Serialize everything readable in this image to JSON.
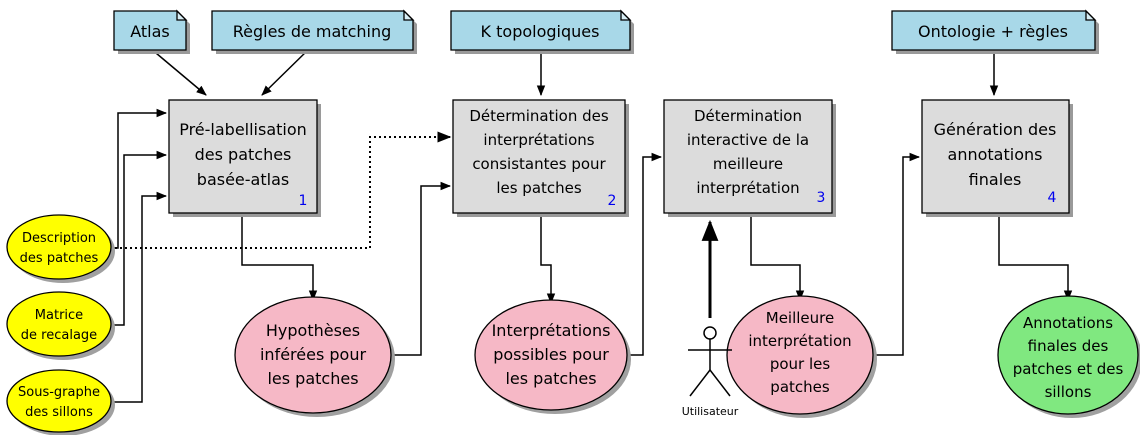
{
  "documents": [
    {
      "id": "atlas",
      "label": "Atlas"
    },
    {
      "id": "matching-rules",
      "label": "Règles de matching"
    },
    {
      "id": "topological",
      "label": "K topologiques"
    },
    {
      "id": "ontology",
      "label": "Ontologie + règles"
    }
  ],
  "processes": [
    {
      "id": "p1",
      "lines": [
        "Pré-labellisation",
        "des patches",
        "basée-atlas"
      ],
      "number": "1"
    },
    {
      "id": "p2",
      "lines": [
        "Détermination des",
        "interprétations",
        "consistantes pour",
        "les patches"
      ],
      "number": "2"
    },
    {
      "id": "p3",
      "lines": [
        "Détermination",
        "interactive de la",
        "meilleure",
        "interprétation"
      ],
      "number": "3"
    },
    {
      "id": "p4",
      "lines": [
        "Génération des",
        "annotations",
        "finales"
      ],
      "number": "4"
    }
  ],
  "inputs": [
    {
      "id": "desc",
      "lines": [
        "Description",
        "des patches"
      ]
    },
    {
      "id": "matrix",
      "lines": [
        "Matrice",
        "de recalage"
      ]
    },
    {
      "id": "subgraph",
      "lines": [
        "Sous-graphe",
        "des sillons"
      ]
    }
  ],
  "outputs": [
    {
      "id": "hyp",
      "lines": [
        "Hypothèses",
        "inférées pour",
        "les patches"
      ]
    },
    {
      "id": "interp",
      "lines": [
        "Interprétations",
        "possibles pour",
        "les patches"
      ]
    },
    {
      "id": "best",
      "lines": [
        "Meilleure",
        "interprétation",
        "pour les",
        "patches"
      ]
    },
    {
      "id": "final",
      "lines": [
        "Annotations",
        "finales des",
        "patches et des",
        "sillons"
      ]
    }
  ],
  "actor": {
    "label": "Utilisateur"
  }
}
